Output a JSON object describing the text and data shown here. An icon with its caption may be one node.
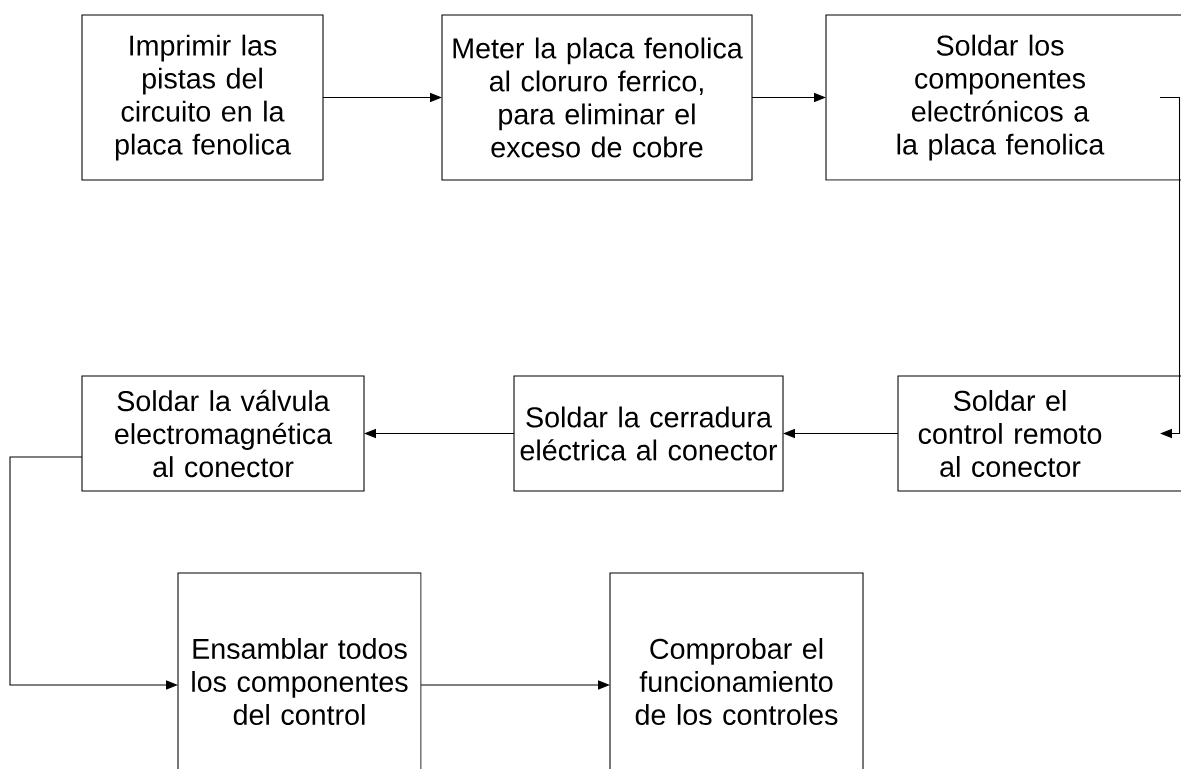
{
  "diagram": {
    "nodes": [
      {
        "text": [
          "Imprimir las pistas del circuito en la placa fenolica"
        ]
      },
      {
        "text": [
          "Meter la placa fenolica al cloruro ferrico, para eliminar el exceso de cobre"
        ]
      },
      {
        "text": [
          "Soldar los componentes electrónicos a la placa fenolica"
        ]
      },
      {
        "text": [
          "Soldar la válvula electromagnética al conector"
        ]
      },
      {
        "text": [
          "Soldar la cerradura eléctrica al conector"
        ]
      },
      {
        "text": [
          "Soldar el control remoto al conector"
        ]
      },
      {
        "text": [
          "Ensamblar todos los componentes del control"
        ]
      },
      {
        "text": [
          "Comprobar el funcionamiento de los controles"
        ]
      }
    ],
    "edges": [
      {
        "from": 0,
        "to": 1,
        "arrow": "to"
      },
      {
        "from": 1,
        "to": 2,
        "arrow": "to"
      },
      {
        "from": 2,
        "to": 5,
        "arrow": "to"
      },
      {
        "from": 5,
        "to": 4,
        "arrow": "to"
      },
      {
        "from": 4,
        "to": 3,
        "arrow": "to"
      },
      {
        "from": 3,
        "to": 6,
        "arrow": "to"
      },
      {
        "from": 6,
        "to": 7,
        "arrow": "to"
      }
    ]
  }
}
